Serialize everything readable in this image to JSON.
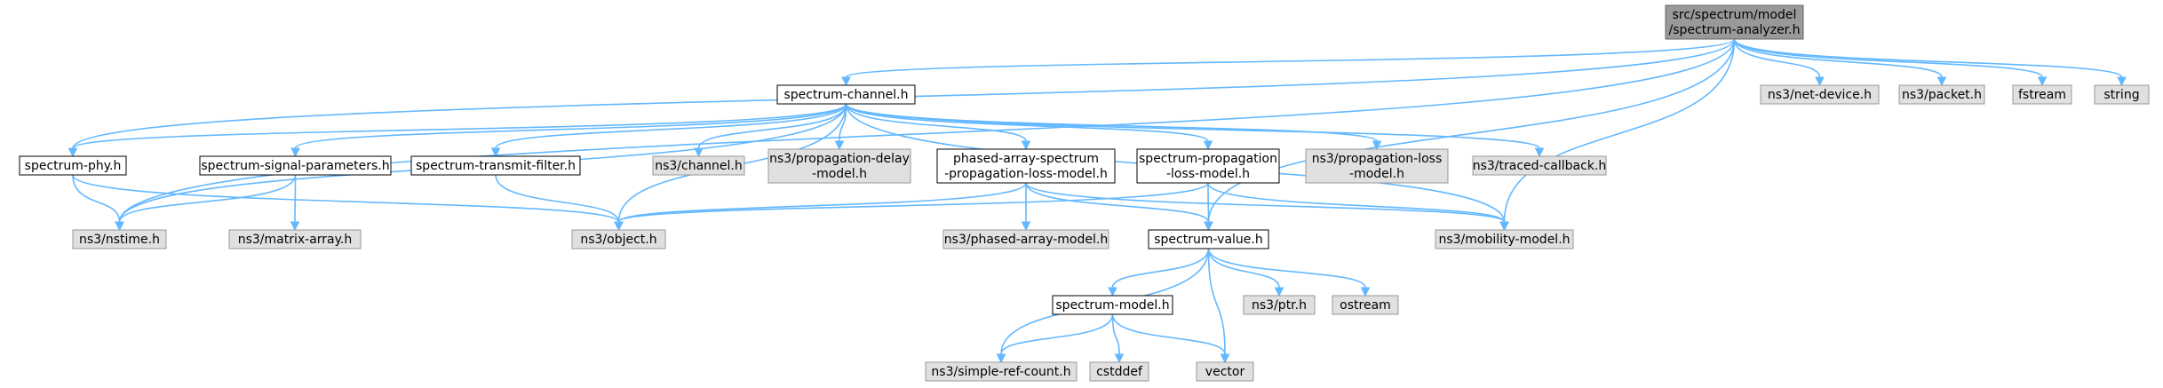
{
  "colors": {
    "edge": "#63b8ff",
    "root_fill": "#999999",
    "root_stroke": "#666666",
    "local_fill": "#ffffff",
    "local_stroke": "#000000",
    "external_fill": "#e0e0e0",
    "external_stroke": "#999999"
  },
  "nodes": [
    {
      "id": "root",
      "kind": "root",
      "lines": [
        "src/spectrum/model",
        "/spectrum-analyzer.h"
      ]
    },
    {
      "id": "channel",
      "kind": "local",
      "lines": [
        "spectrum-channel.h"
      ]
    },
    {
      "id": "netdev",
      "kind": "external",
      "lines": [
        "ns3/net-device.h"
      ]
    },
    {
      "id": "packet",
      "kind": "external",
      "lines": [
        "ns3/packet.h"
      ]
    },
    {
      "id": "fstream",
      "kind": "external",
      "lines": [
        "fstream"
      ]
    },
    {
      "id": "string",
      "kind": "external",
      "lines": [
        "string"
      ]
    },
    {
      "id": "phy",
      "kind": "local",
      "lines": [
        "spectrum-phy.h"
      ]
    },
    {
      "id": "sigparams",
      "kind": "local",
      "lines": [
        "spectrum-signal-parameters.h"
      ]
    },
    {
      "id": "txfilter",
      "kind": "local",
      "lines": [
        "spectrum-transmit-filter.h"
      ]
    },
    {
      "id": "chan",
      "kind": "external",
      "lines": [
        "ns3/channel.h"
      ]
    },
    {
      "id": "propdelay",
      "kind": "external",
      "lines": [
        "ns3/propagation-delay",
        "-model.h"
      ]
    },
    {
      "id": "phased",
      "kind": "local",
      "lines": [
        "phased-array-spectrum",
        "-propagation-loss-model.h"
      ]
    },
    {
      "id": "proploss",
      "kind": "local",
      "lines": [
        "spectrum-propagation",
        "-loss-model.h"
      ]
    },
    {
      "id": "nsproploss",
      "kind": "external",
      "lines": [
        "ns3/propagation-loss",
        "-model.h"
      ]
    },
    {
      "id": "traced",
      "kind": "external",
      "lines": [
        "ns3/traced-callback.h"
      ]
    },
    {
      "id": "nstime",
      "kind": "external",
      "lines": [
        "ns3/nstime.h"
      ]
    },
    {
      "id": "matrix",
      "kind": "external",
      "lines": [
        "ns3/matrix-array.h"
      ]
    },
    {
      "id": "object",
      "kind": "external",
      "lines": [
        "ns3/object.h"
      ]
    },
    {
      "id": "phasedmodel",
      "kind": "external",
      "lines": [
        "ns3/phased-array-model.h"
      ]
    },
    {
      "id": "value",
      "kind": "local",
      "lines": [
        "spectrum-value.h"
      ]
    },
    {
      "id": "mobility",
      "kind": "external",
      "lines": [
        "ns3/mobility-model.h"
      ]
    },
    {
      "id": "model",
      "kind": "local",
      "lines": [
        "spectrum-model.h"
      ]
    },
    {
      "id": "ptr",
      "kind": "external",
      "lines": [
        "ns3/ptr.h"
      ]
    },
    {
      "id": "ostream",
      "kind": "external",
      "lines": [
        "ostream"
      ]
    },
    {
      "id": "simpleref",
      "kind": "external",
      "lines": [
        "ns3/simple-ref-count.h"
      ]
    },
    {
      "id": "cstddef",
      "kind": "external",
      "lines": [
        "cstddef"
      ]
    },
    {
      "id": "vector",
      "kind": "external",
      "lines": [
        "vector"
      ]
    }
  ],
  "edges": [
    [
      "root",
      "channel"
    ],
    [
      "root",
      "netdev"
    ],
    [
      "root",
      "packet"
    ],
    [
      "root",
      "fstream"
    ],
    [
      "root",
      "string"
    ],
    [
      "root",
      "phy"
    ],
    [
      "root",
      "nstime"
    ],
    [
      "root",
      "value"
    ],
    [
      "root",
      "mobility"
    ],
    [
      "channel",
      "phy"
    ],
    [
      "channel",
      "sigparams"
    ],
    [
      "channel",
      "txfilter"
    ],
    [
      "channel",
      "chan"
    ],
    [
      "channel",
      "propdelay"
    ],
    [
      "channel",
      "phased"
    ],
    [
      "channel",
      "proploss"
    ],
    [
      "channel",
      "nsproploss"
    ],
    [
      "channel",
      "traced"
    ],
    [
      "channel",
      "nstime"
    ],
    [
      "channel",
      "object"
    ],
    [
      "channel",
      "mobility"
    ],
    [
      "phy",
      "nstime"
    ],
    [
      "phy",
      "object"
    ],
    [
      "sigparams",
      "nstime"
    ],
    [
      "sigparams",
      "matrix"
    ],
    [
      "txfilter",
      "object"
    ],
    [
      "phased",
      "object"
    ],
    [
      "phased",
      "phasedmodel"
    ],
    [
      "phased",
      "value"
    ],
    [
      "phased",
      "mobility"
    ],
    [
      "proploss",
      "object"
    ],
    [
      "proploss",
      "value"
    ],
    [
      "proploss",
      "mobility"
    ],
    [
      "value",
      "model"
    ],
    [
      "value",
      "ptr"
    ],
    [
      "value",
      "ostream"
    ],
    [
      "value",
      "simpleref"
    ],
    [
      "value",
      "vector"
    ],
    [
      "model",
      "simpleref"
    ],
    [
      "model",
      "cstddef"
    ],
    [
      "model",
      "vector"
    ]
  ]
}
